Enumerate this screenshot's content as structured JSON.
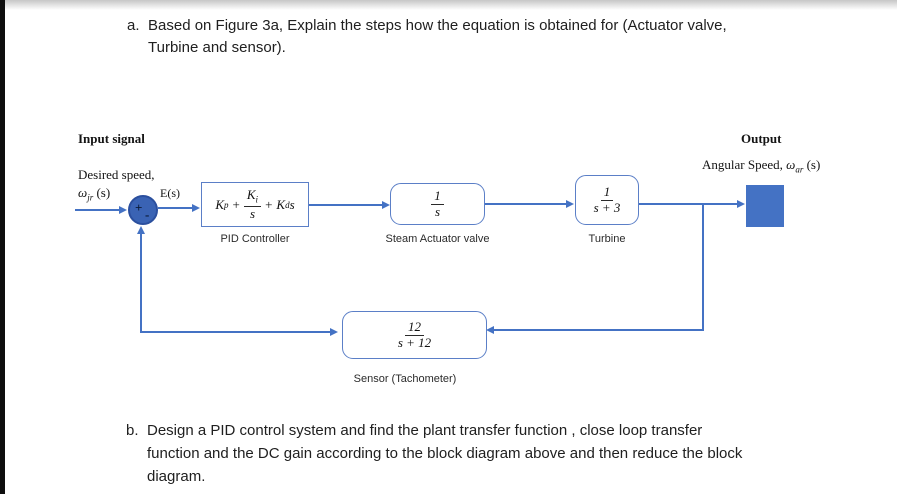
{
  "questions": {
    "a": {
      "label": "a.",
      "lines": [
        "Based on Figure 3a, Explain the steps how the equation is obtained for (Actuator valve,",
        "Turbine and sensor)."
      ]
    },
    "b": {
      "label": "b.",
      "lines": [
        "Design a PID control system and find the plant transfer function , close loop transfer",
        "function and the DC gain according to the block diagram above and then reduce the block",
        "diagram."
      ]
    }
  },
  "diagram": {
    "labels": {
      "input_signal": "Input signal",
      "output": "Output",
      "desired_speed": "Desired speed,",
      "desired_speed_symbol": "ω",
      "desired_speed_sub": "jr",
      "desired_speed_arg": "(s)",
      "angular_speed": "Angular Speed,",
      "angular_speed_symbol": "ω",
      "angular_speed_sub": "ar",
      "angular_speed_arg": "(s)",
      "error_signal": "E(s)",
      "sum_plus": "+",
      "sum_minus": "-"
    },
    "blocks": {
      "pid": {
        "label": "PID Controller",
        "eq": {
          "t1": "K",
          "t1_sub": "p",
          "op1": "+",
          "num": "K",
          "num_sub": "i",
          "den": "s",
          "op2": "+",
          "t2": "K",
          "t2_sub": "d",
          "t2_var": "s"
        }
      },
      "valve": {
        "label": "Steam Actuator valve",
        "num": "1",
        "den": "s"
      },
      "turbine": {
        "label": "Turbine",
        "num": "1",
        "den": "s + 3"
      },
      "sensor": {
        "label": "Sensor (Tachometer)",
        "num": "12",
        "den": "s + 12"
      }
    },
    "colors": {
      "line": "#4472c4",
      "block_border": "#5b7fc7",
      "sum_fill": "#3a63b4",
      "output_fill": "#4472c4"
    }
  }
}
